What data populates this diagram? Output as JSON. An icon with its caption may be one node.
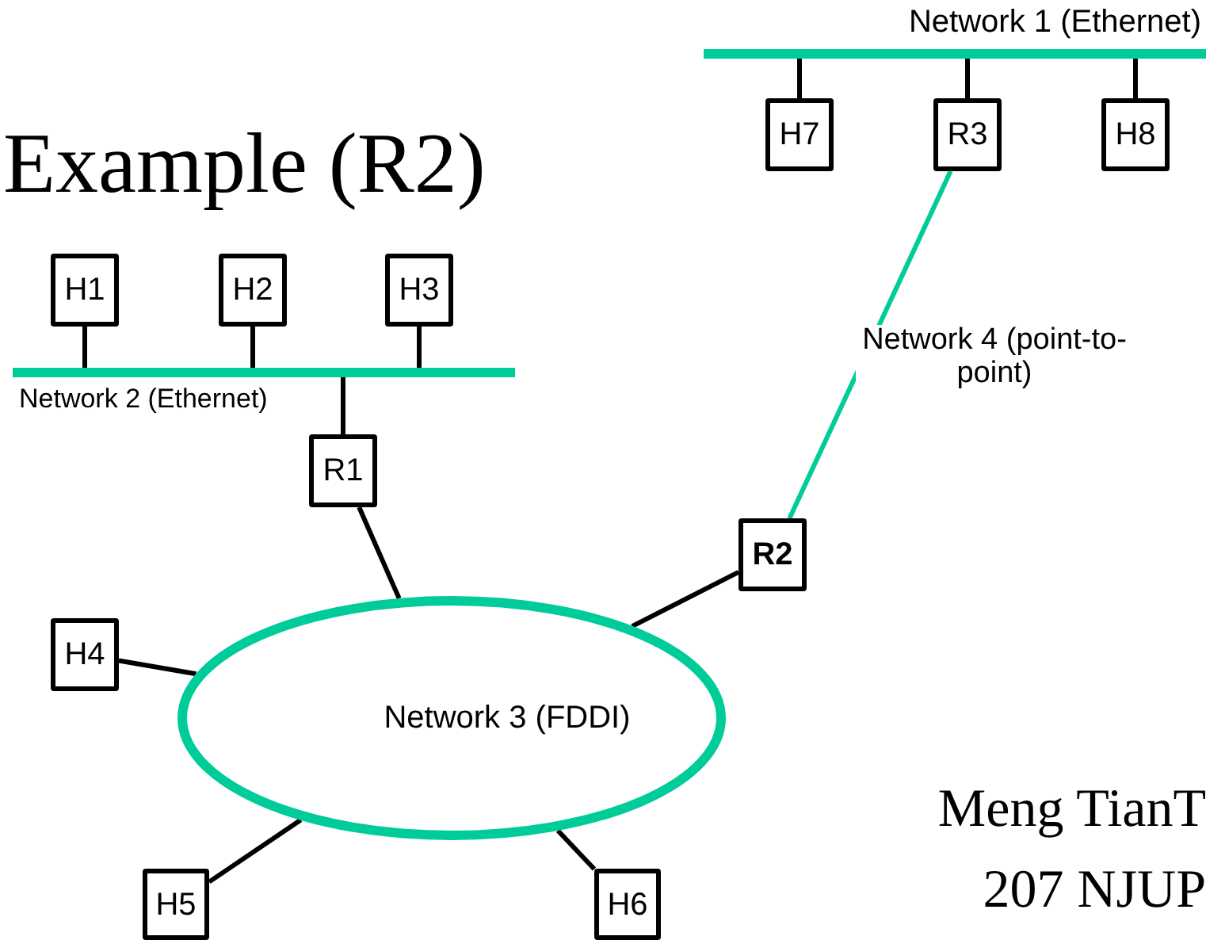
{
  "diagram": {
    "title": "Example (R2)",
    "nodes": [
      {
        "text": [
          "Network 1 (Ethernet)"
        ]
      },
      {
        "text": [
          "H7"
        ]
      },
      {
        "text": [
          "R3"
        ]
      },
      {
        "text": [
          "H8"
        ]
      },
      {
        "text": [
          "H1"
        ]
      },
      {
        "text": [
          "H2"
        ]
      },
      {
        "text": [
          "H3"
        ]
      },
      {
        "text": [
          "Network 2 (Ethernet)"
        ]
      },
      {
        "text": [
          "R1"
        ]
      },
      {
        "text": [
          "Network 3 (FDDI)"
        ]
      },
      {
        "text": [
          "H4"
        ]
      },
      {
        "text": [
          "R2"
        ]
      },
      {
        "text": [
          "H5"
        ]
      },
      {
        "text": [
          "H6"
        ]
      }
    ],
    "edges": [
      {
        "from": 1,
        "to": 0,
        "arrow": "none"
      },
      {
        "from": 2,
        "to": 0,
        "arrow": "none"
      },
      {
        "from": 3,
        "to": 0,
        "arrow": "none"
      },
      {
        "from": 4,
        "to": 7,
        "arrow": "none"
      },
      {
        "from": 5,
        "to": 7,
        "arrow": "none"
      },
      {
        "from": 6,
        "to": 7,
        "arrow": "none"
      },
      {
        "from": 7,
        "to": 8,
        "arrow": "none"
      },
      {
        "from": 8,
        "to": 9,
        "arrow": "none"
      },
      {
        "from": 10,
        "to": 9,
        "arrow": "none"
      },
      {
        "from": 2,
        "to": 11,
        "arrow": "none",
        "label": "Network 4 (point-to-point)",
        "color": "#00cc99"
      },
      {
        "from": 11,
        "to": 9,
        "arrow": "none"
      },
      {
        "from": 12,
        "to": 9,
        "arrow": "none"
      },
      {
        "from": 13,
        "to": 9,
        "arrow": "none"
      }
    ],
    "labels": [
      "Meng TianT",
      "207 NJUP"
    ]
  }
}
